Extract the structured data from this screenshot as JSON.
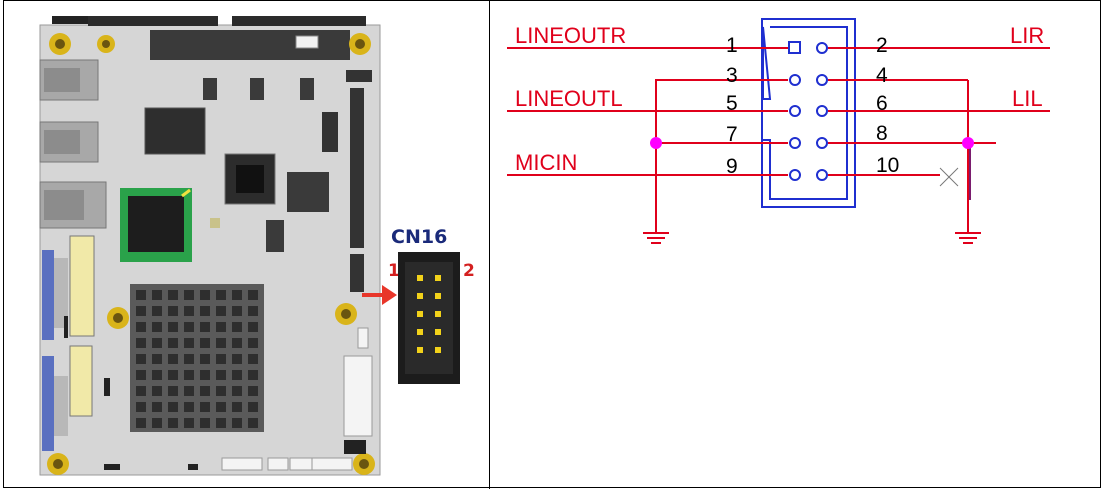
{
  "board": {
    "connector_label": "CN16",
    "pin_one_label": "1",
    "pin_two_label": "2"
  },
  "schematic": {
    "signals": {
      "lineoutr": "LINEOUTR",
      "lineoutl": "LINEOUTL",
      "micin": "MICIN",
      "lir": "LIR",
      "lil": "LIL"
    },
    "pins": [
      "1",
      "2",
      "3",
      "4",
      "5",
      "6",
      "7",
      "8",
      "9",
      "10"
    ]
  },
  "colors": {
    "wire": "#e0001b",
    "header_outline": "#1f2fd0",
    "junction": "#ff00ff",
    "board_pcb": "#d9d9d9"
  }
}
